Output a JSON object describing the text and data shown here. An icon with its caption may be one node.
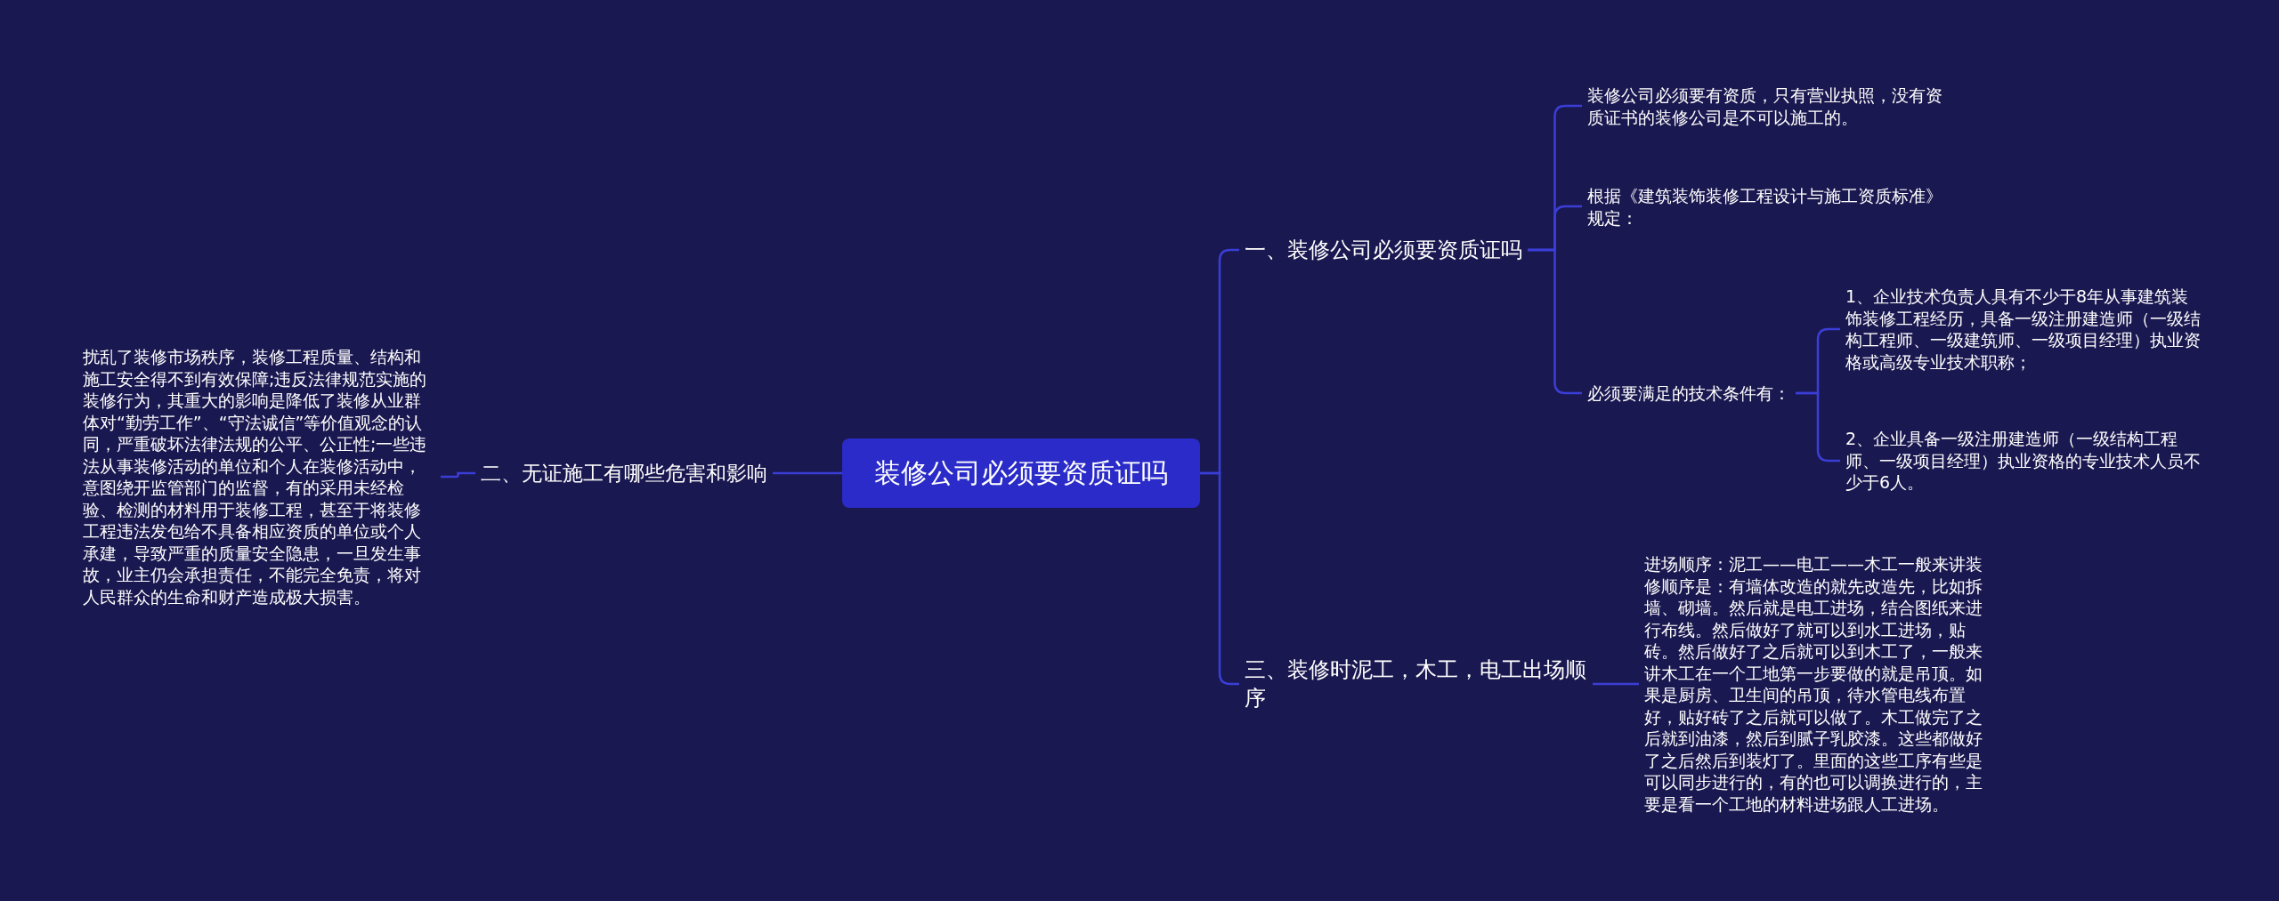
{
  "diagram": {
    "nodes": [
      {
        "text": [
          "装修公司必须要资质证吗"
        ]
      },
      {
        "text": [
          "一、装修公司必须要资质证吗"
        ]
      },
      {
        "text": [
          "二、无证施工有哪些危害和影响"
        ]
      },
      {
        "text": [
          "扰乱了装修市场秩序，装修工程质量、结构和施工安全得不到有效保障;违反法律规范实施的装修行为，其重大的影响是降低了装修从业群体对“勤劳工作”、“守法诚信”等价值观念的认同，严重破坏法律法规的公平、公正性;一些违法从事装修活动的单位和个人在装修活动中，意图绕开监管部门的监督，有的采用未经检验、检测的材料用于装修工程，甚至于将装修工程违法发包给不具备相应资质的单位或个人承建，导致严重的质量安全隐患，一旦发生事故，业主仍会承担责任，不能完全免责，将对人民群众的生命和财产造成极大损害。"
        ]
      },
      {
        "text": [
          "三、装修时泥工，木工，电工出场顺序"
        ]
      },
      {
        "text": [
          "装修公司必须要有资质，只有营业执照，没有资质证书的装修公司是不可以施工的。"
        ]
      },
      {
        "text": [
          "根据《建筑装饰装修工程设计与施工资质标准》规定："
        ]
      },
      {
        "text": [
          "必须要满足的技术条件有："
        ]
      },
      {
        "text": [
          "1、企业技术负责人具有不少于8年从事建筑装饰装修工程经历，具备一级注册建造师（一级结构工程师、一级建筑师、一级项目经理）执业资格或高级专业技术职称；"
        ]
      },
      {
        "text": [
          "2、企业具备一级注册建造师（一级结构工程师、一级项目经理）执业资格的专业技术人员不少于6人。"
        ]
      },
      {
        "text": [
          "进场顺序：泥工——电工——木工一般来讲装修顺序是：有墙体改造的就先改造先，比如拆墙、砌墙。然后就是电工进场，结合图纸来进行布线。然后做好了就可以到水工进场，贴砖。然后做好了之后就可以到木工了，一般来讲木工在一个工地第一步要做的就是吊顶。如果是厨房、卫生间的吊顶，待水管电线布置好，贴好砖了之后就可以做了。木工做完了之后就到油漆，然后到腻子乳胶漆。这些都做好了之后然后到装灯了。里面的这些工序有些是可以同步进行的，有的也可以调换进行的，主要是看一个工地的材料进场跟人工进场。"
        ]
      }
    ],
    "edges": [
      {
        "from": 0,
        "to": 1,
        "arrow": "none"
      },
      {
        "from": 0,
        "to": 2,
        "arrow": "none"
      },
      {
        "from": 0,
        "to": 4,
        "arrow": "none"
      },
      {
        "from": 2,
        "to": 3,
        "arrow": "none"
      },
      {
        "from": 1,
        "to": 5,
        "arrow": "none"
      },
      {
        "from": 1,
        "to": 6,
        "arrow": "none"
      },
      {
        "from": 1,
        "to": 7,
        "arrow": "none"
      },
      {
        "from": 7,
        "to": 8,
        "arrow": "none"
      },
      {
        "from": 7,
        "to": 9,
        "arrow": "none"
      },
      {
        "from": 4,
        "to": 10,
        "arrow": "none"
      }
    ]
  }
}
